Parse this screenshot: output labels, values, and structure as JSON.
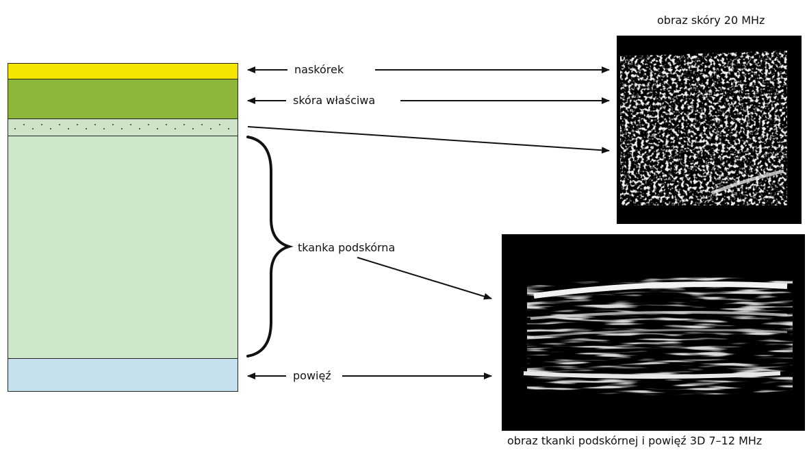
{
  "captions": {
    "skin_image": "obraz skóry 20 MHz",
    "tissue_image": "obraz tkanki podskórnej i powięź 3D 7–12 MHz"
  },
  "layers": {
    "epidermis": "naskórek",
    "dermis": "skóra właściwa",
    "subcutaneous": "tkanka podskórna",
    "fascia": "powięź"
  },
  "colors": {
    "epidermis": "#f3e600",
    "dermis": "#8db53a",
    "subcutaneous_dotted": "#cfe3c8",
    "subcutaneous": "#cde5c8",
    "fascia": "#c6e1ee",
    "line": "#111111"
  }
}
